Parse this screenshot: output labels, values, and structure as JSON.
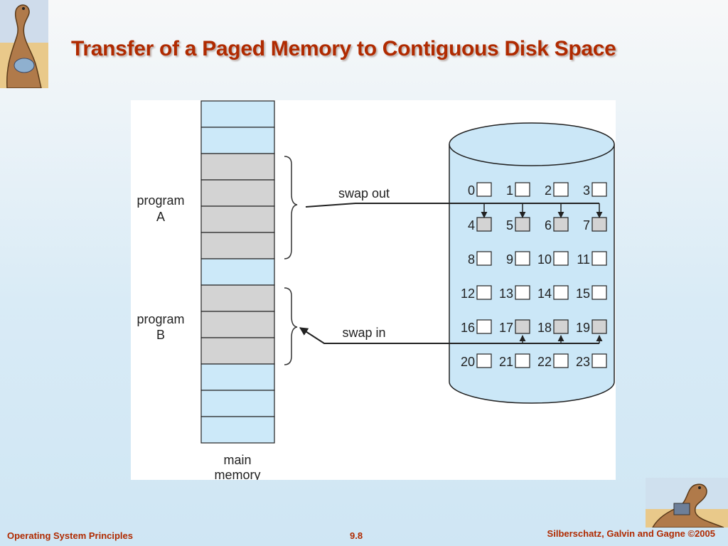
{
  "title": "Transfer of a Paged Memory to Contiguous Disk Space",
  "diagram": {
    "program_a_label": [
      "program",
      "A"
    ],
    "program_b_label": [
      "program",
      "B"
    ],
    "swap_out_label": "swap out",
    "swap_in_label": "swap in",
    "main_memory_label": [
      "main",
      "memory"
    ],
    "memory_frames": [
      "free",
      "free",
      "A",
      "A",
      "A",
      "A",
      "free",
      "B",
      "B",
      "B",
      "free",
      "free",
      "free"
    ],
    "disk_blocks": [
      {
        "n": "0",
        "used": false
      },
      {
        "n": "1",
        "used": false
      },
      {
        "n": "2",
        "used": false
      },
      {
        "n": "3",
        "used": false
      },
      {
        "n": "4",
        "used": true
      },
      {
        "n": "5",
        "used": true
      },
      {
        "n": "6",
        "used": true
      },
      {
        "n": "7",
        "used": true
      },
      {
        "n": "8",
        "used": false
      },
      {
        "n": "9",
        "used": false
      },
      {
        "n": "10",
        "used": false
      },
      {
        "n": "11",
        "used": false
      },
      {
        "n": "12",
        "used": false
      },
      {
        "n": "13",
        "used": false
      },
      {
        "n": "14",
        "used": false
      },
      {
        "n": "15",
        "used": false
      },
      {
        "n": "16",
        "used": false
      },
      {
        "n": "17",
        "used": true
      },
      {
        "n": "18",
        "used": true
      },
      {
        "n": "19",
        "used": true
      },
      {
        "n": "20",
        "used": false
      },
      {
        "n": "21",
        "used": false
      },
      {
        "n": "22",
        "used": false
      },
      {
        "n": "23",
        "used": false
      }
    ],
    "colors": {
      "free_frame": "#cce9f9",
      "used_frame": "#d3d3d3",
      "disk_body": "#cbe7f7",
      "outline": "#222222"
    }
  },
  "footer": {
    "left": "Operating System Principles",
    "center": "9.8",
    "right": "Silberschatz, Galvin and Gagne ©2005"
  }
}
